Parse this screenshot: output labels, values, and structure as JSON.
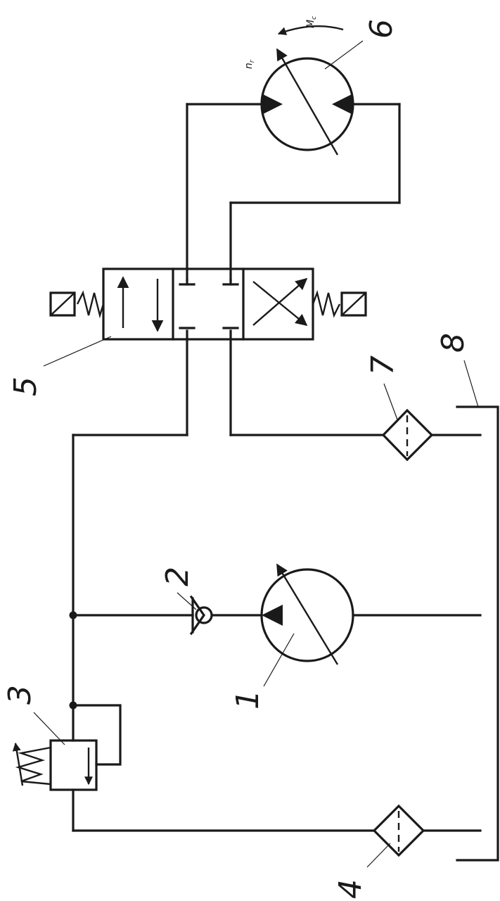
{
  "labels": {
    "pump": "1",
    "check_valve": "2",
    "relief_valve": "3",
    "suction_filter": "4",
    "directional_valve": "5",
    "hydraulic_motor": "6",
    "return_filter": "7",
    "tank": "8"
  },
  "motor_annotations": {
    "speed": "n",
    "speed_subscript": "г",
    "torque": "M",
    "torque_subscript": "c"
  }
}
